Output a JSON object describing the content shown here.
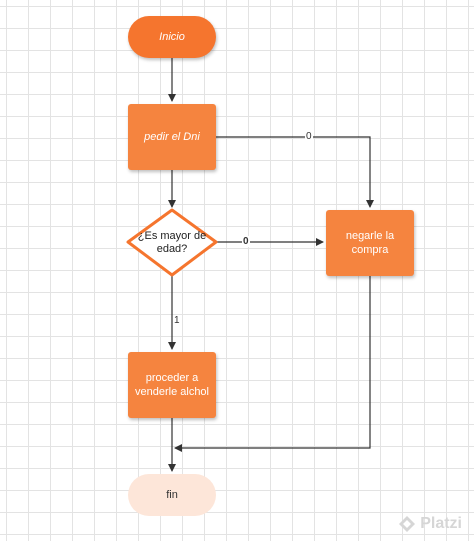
{
  "diagram": {
    "nodes": {
      "start": "Inicio",
      "ask_dni": "pedir el Dni",
      "decision": "¿Es mayor de edad?",
      "deny": "negarle la compra",
      "sell": "proceder a venderle alchol",
      "end": "fin"
    },
    "edge_labels": {
      "dni_to_deny": "0",
      "decision_no": "0",
      "decision_yes": "1"
    }
  },
  "colors": {
    "primary_orange": "#f5843f",
    "terminal_orange": "#f5752e",
    "end_fill": "#fde6d9",
    "line": "#333333",
    "grid": "#e3e3e3"
  },
  "watermark": {
    "text": "Platzi",
    "icon": "platzi-logo-icon"
  }
}
